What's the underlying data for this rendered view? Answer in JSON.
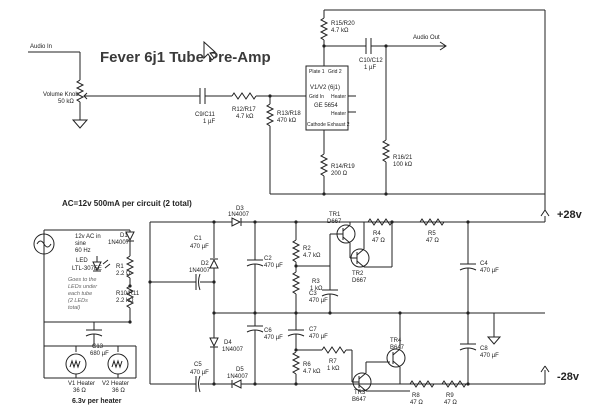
{
  "title": "Fever 6j1 Tube Pre-Amp",
  "audio_in": "Audio In",
  "audio_out": "Audio Out",
  "volume_knob": {
    "name": "Volume Knob",
    "value": "50 kΩ"
  },
  "tube": {
    "name": "V1/V2 (6j1)",
    "part": "GE 5654",
    "pins": {
      "plate1": "Plate 1",
      "grid2": "Grid 2",
      "grid1": "Grid In",
      "heater_a": "Heater",
      "heater_b": "Heater",
      "cathode": "Cathode Exhaust 2"
    }
  },
  "preamp_parts": {
    "c9": {
      "name": "C9/C11",
      "value": "1 µF"
    },
    "r12": {
      "name": "R12/R17",
      "value": "4.7 kΩ"
    },
    "r13": {
      "name": "R13/R18",
      "value": "470 kΩ"
    },
    "r15": {
      "name": "R15/R20",
      "value": "4.7 kΩ"
    },
    "c10": {
      "name": "C10/C12",
      "value": "1 µF"
    },
    "r14": {
      "name": "R14/R19",
      "value": "200 Ω"
    },
    "r16": {
      "name": "R16/21",
      "value": "100 kΩ"
    }
  },
  "supply_heading": "AC=12v 500mA per circuit (2 total)",
  "ac_source": {
    "line1": "12v AC in",
    "line2": "sine",
    "line3": "60 Hz"
  },
  "led": {
    "name": "LED",
    "part": "LTL-307EE"
  },
  "led_note": [
    "Goes to the",
    "LEDs under",
    "each tube",
    "(2 LEDs",
    "total)"
  ],
  "psu_parts": {
    "d1": {
      "name": "D1",
      "value": "1N4007"
    },
    "r1": {
      "name": "R1",
      "value": "2.2 Ω"
    },
    "r10": {
      "name": "R10/R11",
      "value": "2.2 kΩ"
    },
    "c13": {
      "name": "C13",
      "value": "680 µF"
    },
    "d3": {
      "name": "D3",
      "value": "1N4007"
    },
    "c1": {
      "name": "C1",
      "value": "470 µF"
    },
    "d2": {
      "name": "D2",
      "value": "1N4007"
    },
    "c2": {
      "name": "C2",
      "value": "470 µF"
    },
    "r2": {
      "name": "R2",
      "value": "4.7 kΩ"
    },
    "r3": {
      "name": "R3",
      "value": "1 kΩ"
    },
    "c3": {
      "name": "C3",
      "value": "470 µF"
    },
    "tr1": {
      "name": "TR1",
      "value": "D667"
    },
    "tr2": {
      "name": "TR2",
      "value": "D667"
    },
    "r4": {
      "name": "R4",
      "value": "47 Ω"
    },
    "r5": {
      "name": "R5",
      "value": "47 Ω"
    },
    "c4": {
      "name": "C4",
      "value": "470 µF"
    },
    "d4": {
      "name": "D4",
      "value": "1N4007"
    },
    "c5": {
      "name": "C5",
      "value": "470 µF"
    },
    "d5": {
      "name": "D5",
      "value": "1N4007"
    },
    "c6": {
      "name": "C6",
      "value": "470 µF"
    },
    "c7": {
      "name": "C7",
      "value": "470 µF"
    },
    "r6": {
      "name": "R6",
      "value": "4.7 kΩ"
    },
    "r7": {
      "name": "R7",
      "value": "1 kΩ"
    },
    "tr3": {
      "name": "TR3",
      "value": "B647"
    },
    "tr4": {
      "name": "TR4",
      "value": "B647"
    },
    "c8": {
      "name": "C8",
      "value": "470 µF"
    },
    "r8": {
      "name": "R8",
      "value": "47 Ω"
    },
    "r9": {
      "name": "R9",
      "value": "47 Ω"
    }
  },
  "heaters": {
    "v1": {
      "name": "V1 Heater",
      "value": "36 Ω"
    },
    "v2": {
      "name": "V2 Heater",
      "value": "36 Ω"
    },
    "caption": "6.3v per heater"
  },
  "rails": {
    "positive": "+28v",
    "negative": "-28v"
  }
}
